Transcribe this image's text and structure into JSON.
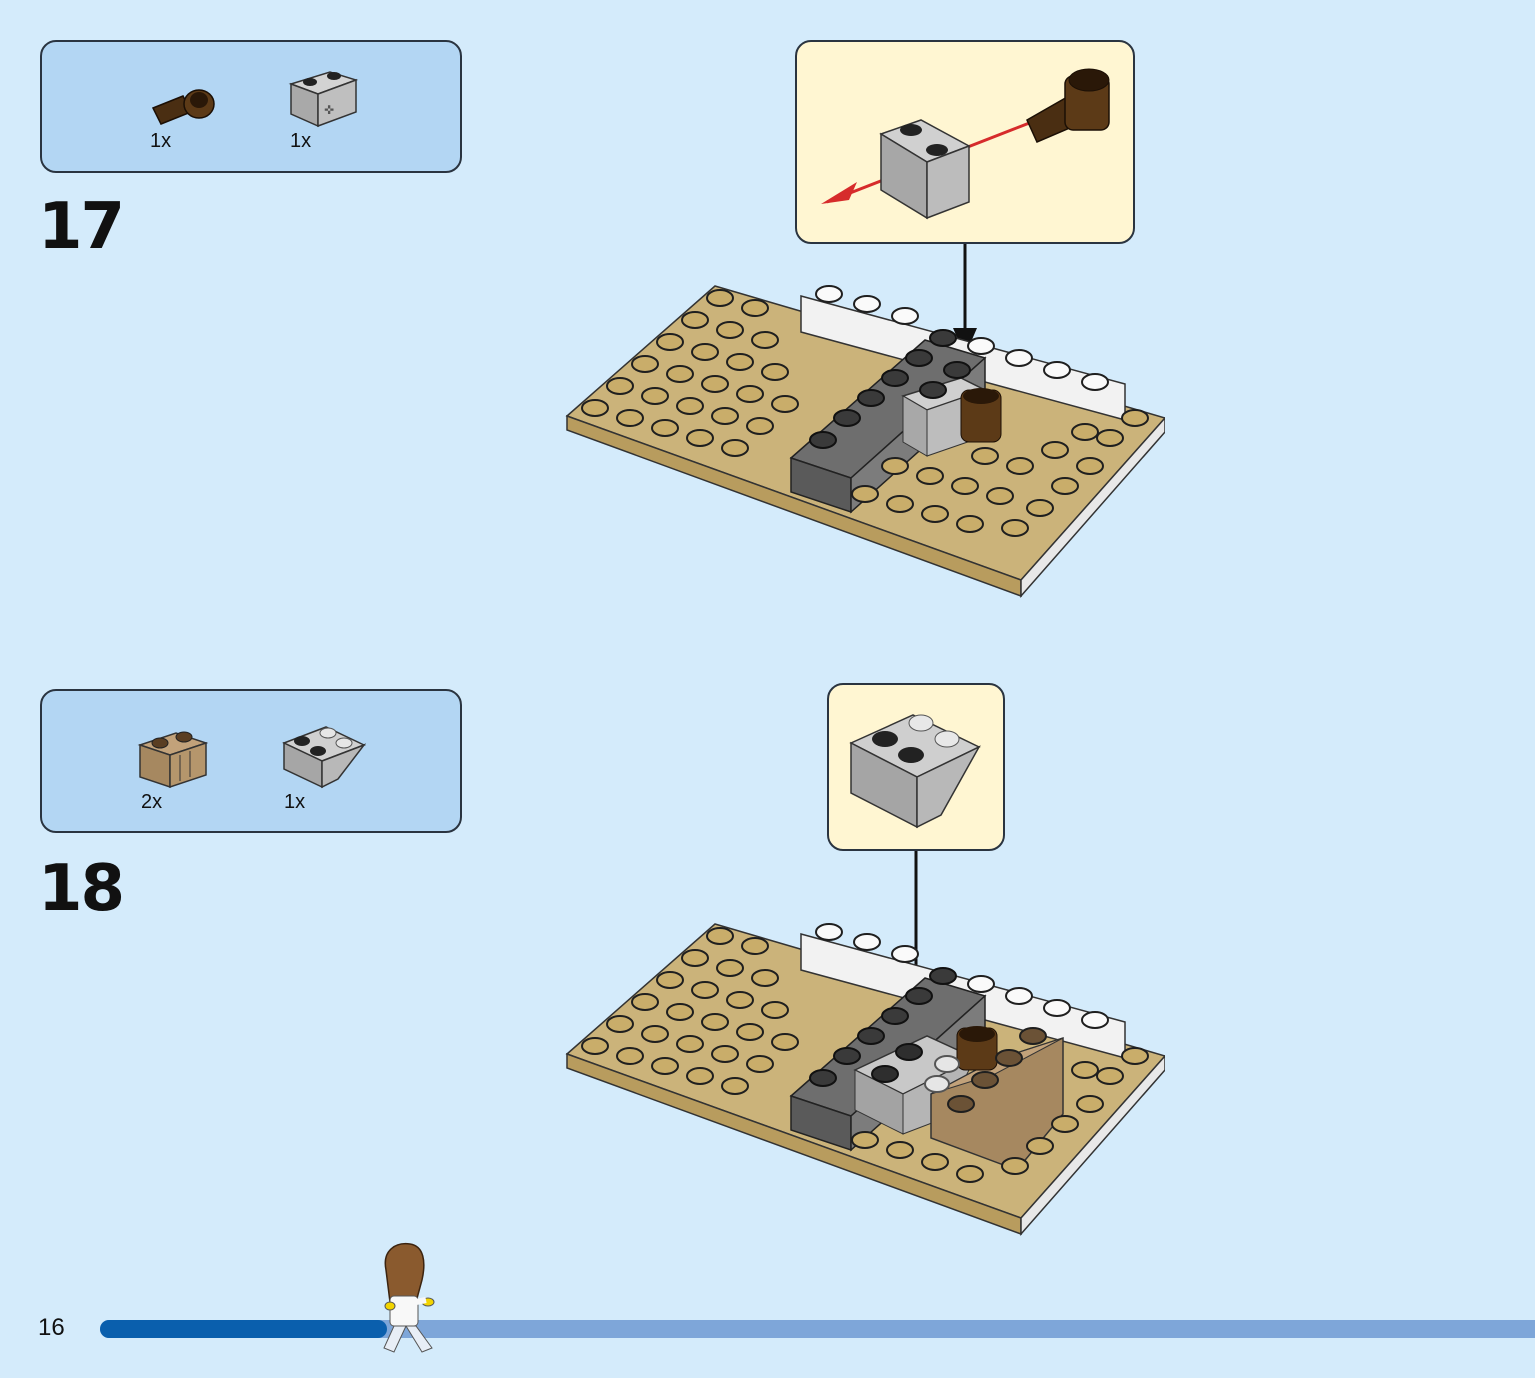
{
  "steps": [
    {
      "number": "17",
      "parts": [
        {
          "name": "dark-brown-axle-connector",
          "qty": "1x"
        },
        {
          "name": "light-gray-technic-brick-1x2",
          "qty": "1x"
        }
      ]
    },
    {
      "number": "18",
      "parts": [
        {
          "name": "tan-brick-1x2-grille",
          "qty": "2x"
        },
        {
          "name": "light-gray-inverted-slope-2x2",
          "qty": "1x"
        }
      ]
    }
  ],
  "footer": {
    "page_number": "16",
    "progress_fraction": 0.2
  },
  "colors": {
    "page_bg": "#d4ebfb",
    "parts_box_bg": "#b3d6f3",
    "callout_bg": "#fff6d2",
    "tan": "#cbb37a",
    "progress_fill": "#0a5fad",
    "progress_track": "#7ea6d9",
    "arrow_red": "#d62b2b"
  }
}
